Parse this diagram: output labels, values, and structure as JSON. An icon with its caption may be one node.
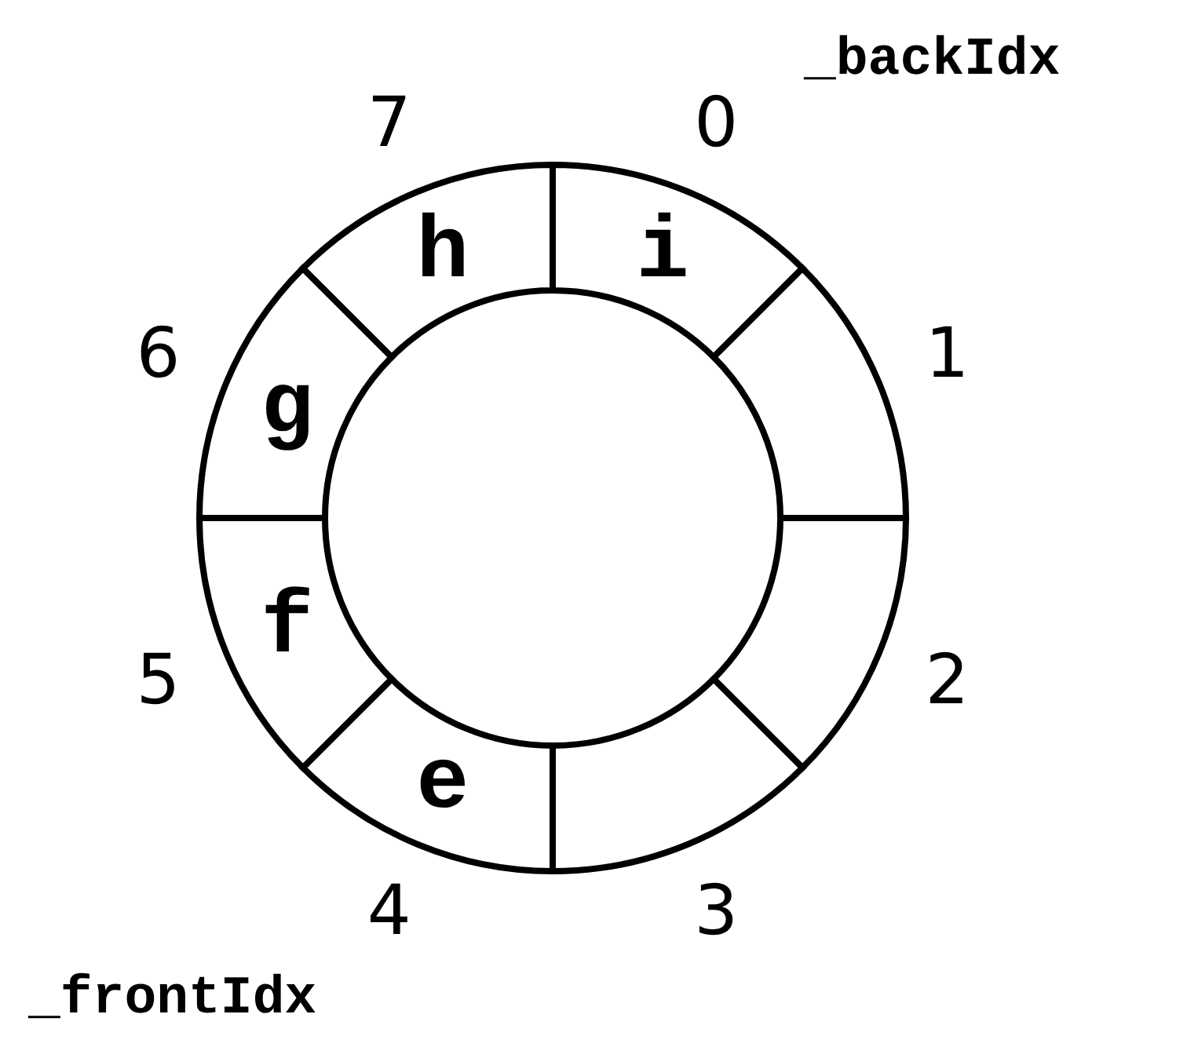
{
  "diagram": {
    "nodes": [
      {
        "text": [
          "i"
        ],
        "beside": [
          "0"
        ]
      },
      {
        "text": [],
        "shape": "sector",
        "beside": [
          "1"
        ]
      },
      {
        "text": [],
        "shape": "sector",
        "beside": [
          "2"
        ]
      },
      {
        "text": [],
        "shape": "sector",
        "beside": [
          "3"
        ]
      },
      {
        "text": [
          "e"
        ],
        "beside": [
          "4"
        ]
      },
      {
        "text": [
          "f"
        ],
        "beside": [
          "5"
        ]
      },
      {
        "text": [
          "g"
        ],
        "beside": [
          "6"
        ]
      },
      {
        "text": [
          "h"
        ],
        "beside": [
          "7"
        ]
      }
    ],
    "labels": [
      "_backIdx",
      "_frontIdx"
    ]
  }
}
